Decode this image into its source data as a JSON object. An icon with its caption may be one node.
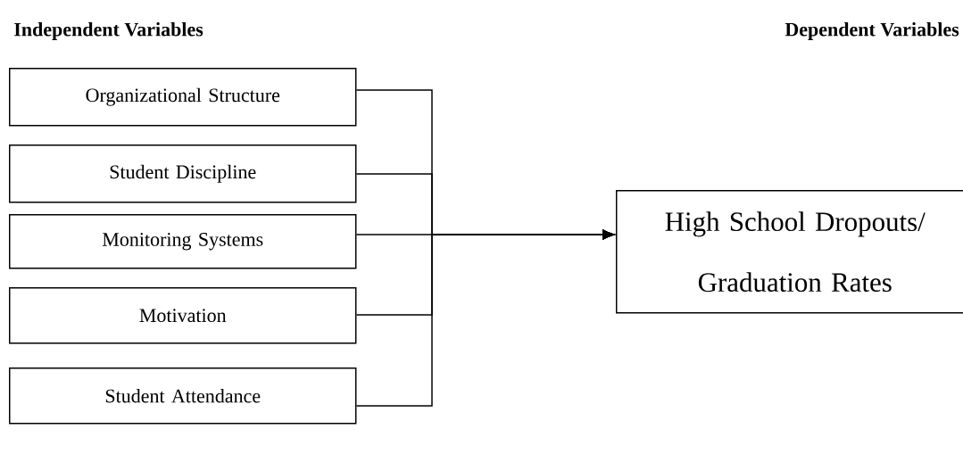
{
  "diagram": {
    "nodes": [
      {
        "text": [
          "Organizational Structure"
        ]
      },
      {
        "text": [
          "Student Discipline"
        ]
      },
      {
        "text": [
          "Monitoring Systems"
        ]
      },
      {
        "text": [
          "Motivation"
        ]
      },
      {
        "text": [
          "Student Attendance"
        ]
      },
      {
        "text": [
          "High School Dropouts/ Graduation Rates"
        ]
      }
    ],
    "edges": [
      {
        "from": 0,
        "to": 5,
        "arrow": "to"
      },
      {
        "from": 1,
        "to": 5,
        "arrow": "to"
      },
      {
        "from": 2,
        "to": 5,
        "arrow": "to"
      },
      {
        "from": 3,
        "to": 5,
        "arrow": "to"
      },
      {
        "from": 4,
        "to": 5,
        "arrow": "to"
      }
    ],
    "labels": [
      "Independent Variables",
      "Dependent Variables"
    ]
  }
}
